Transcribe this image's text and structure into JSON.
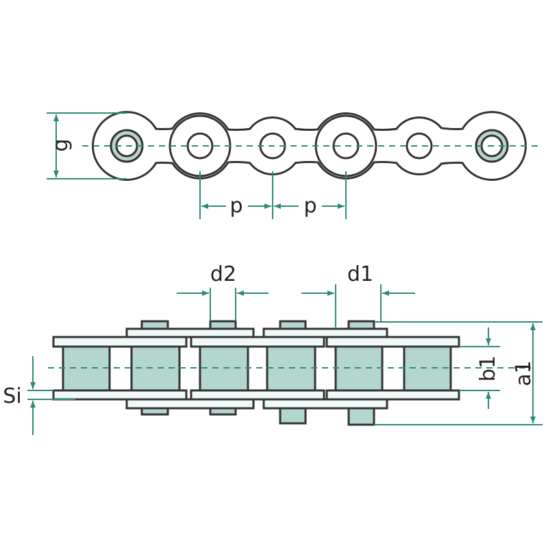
{
  "labels": {
    "g": "g",
    "p1": "p",
    "p2": "p",
    "d2": "d2",
    "d1": "d1",
    "a1": "a1",
    "b1": "b1",
    "si": "Si"
  },
  "colors": {
    "dimension": "#2e8a78",
    "outline": "#333333",
    "roller": "#b3d6cf",
    "plate": "#eef9f8"
  }
}
